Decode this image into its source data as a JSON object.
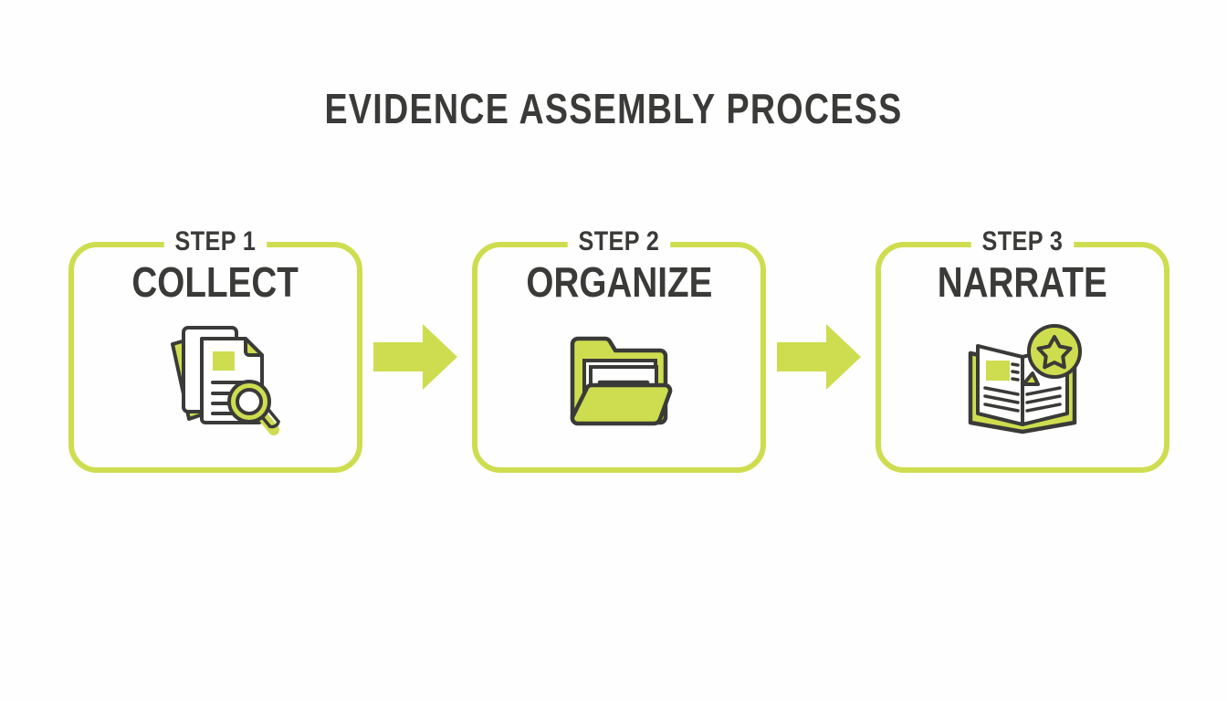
{
  "page": {
    "title": "EVIDENCE ASSEMBLY PROCESS",
    "background_color": "#FEFEFE"
  },
  "theme": {
    "accent_color": "#CEDD4F",
    "accent_dark": "#C3D441",
    "text_color": "#3A3A38",
    "paper_color": "#FFFFFF"
  },
  "steps": [
    {
      "step_label": "STEP 1",
      "title": "COLLECT",
      "icon": "documents-magnifier-icon"
    },
    {
      "step_label": "STEP 2",
      "title": "ORGANIZE",
      "icon": "open-folder-icon"
    },
    {
      "step_label": "STEP 3",
      "title": "NARRATE",
      "icon": "open-book-star-icon"
    }
  ],
  "connectors": [
    {
      "name": "arrow-1",
      "direction": "right"
    },
    {
      "name": "arrow-2",
      "direction": "right"
    }
  ]
}
